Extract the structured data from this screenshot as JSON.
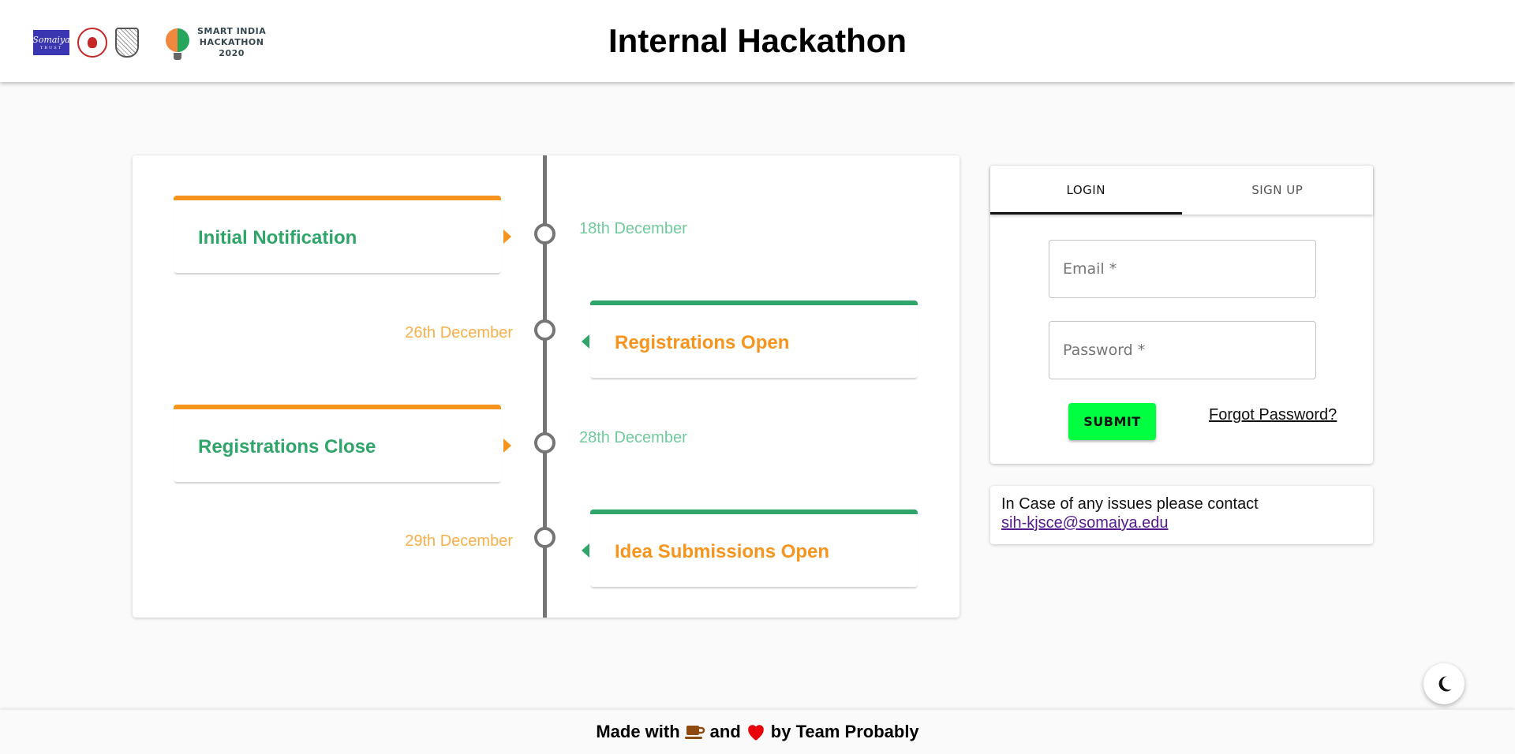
{
  "header": {
    "title": "Internal Hackathon",
    "logos": {
      "somaiya_text": "Somaiya",
      "somaiya_sub": "TRUST",
      "sih_line1": "SMART INDIA",
      "sih_line2": "HACKATHON",
      "sih_line3": "2020"
    }
  },
  "timeline": {
    "events": [
      {
        "label": "Initial Notification",
        "date": "18th December",
        "side": "left"
      },
      {
        "label": "Registrations Open",
        "date": "26th December",
        "side": "right"
      },
      {
        "label": "Registrations Close",
        "date": "28th December",
        "side": "left"
      },
      {
        "label": "Idea Submissions Open",
        "date": "29th December",
        "side": "right"
      }
    ]
  },
  "auth": {
    "tabs": [
      {
        "label": "LOGIN",
        "active": true
      },
      {
        "label": "SIGN UP",
        "active": false
      }
    ],
    "email_placeholder": "Email *",
    "password_placeholder": "Password *",
    "submit_label": "SUBMIT",
    "forgot_label": "Forgot Password?"
  },
  "contact": {
    "text": "In Case of any issues please contact",
    "email": "sih-kjsce@somaiya.edu"
  },
  "footer": {
    "part1": "Made with",
    "part2": "and",
    "part3": "by Team Probably",
    "icon1": "coffee-icon",
    "icon2": "heart-icon"
  },
  "colors": {
    "orange": "#f7941d",
    "green": "#2fa56a",
    "submit": "#00ff41"
  }
}
